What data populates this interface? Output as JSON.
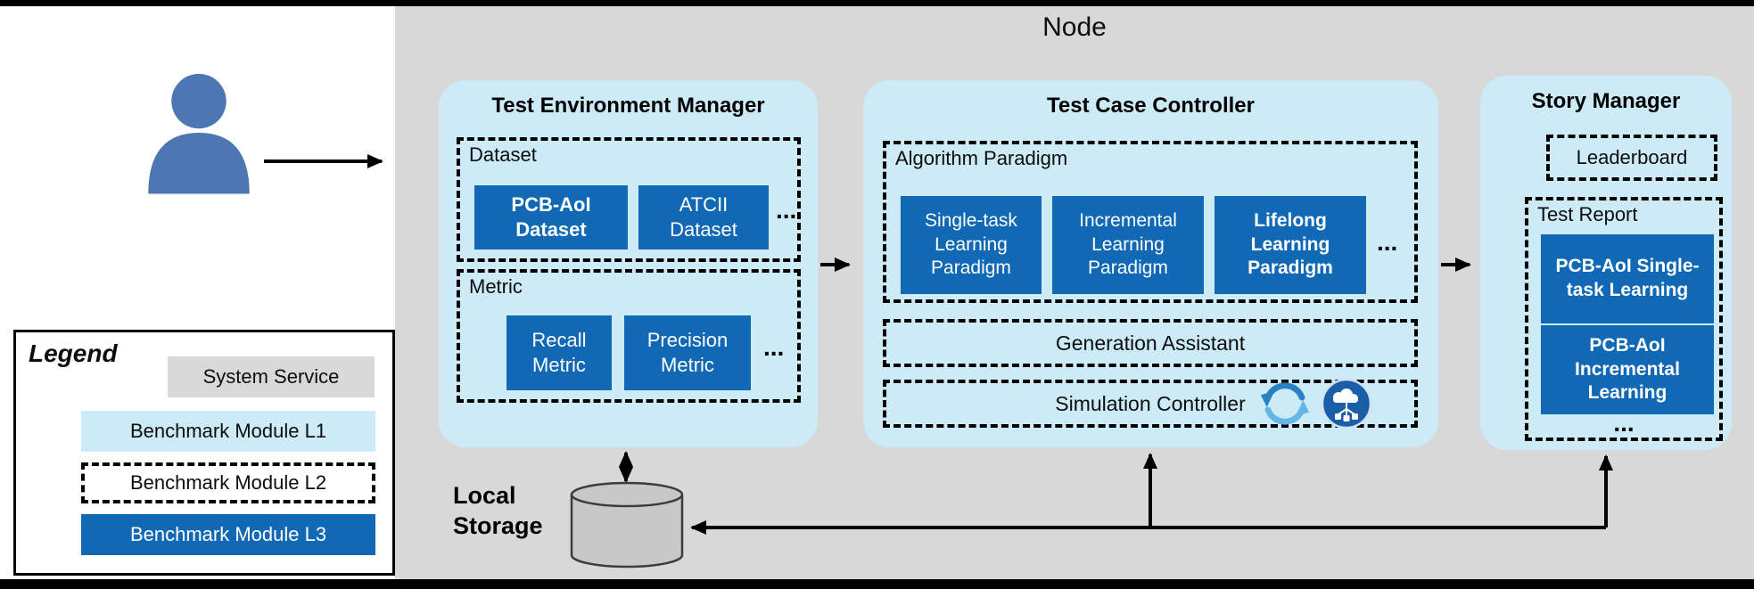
{
  "colors": {
    "module_blue": "#1168b4",
    "module_light_blue": "#cdeaf7",
    "service_gray": "#d9d9d9",
    "node_background": "#d8d8d8",
    "actor_blue": "#4c77b3"
  },
  "node": {
    "label": "Node"
  },
  "legend": {
    "title": "Legend",
    "items": [
      {
        "label": "System Service"
      },
      {
        "label": "Benchmark Module L1"
      },
      {
        "label": "Benchmark Module L2"
      },
      {
        "label": "Benchmark Module L3"
      }
    ]
  },
  "test_environment_manager": {
    "title": "Test Environment Manager",
    "dataset": {
      "label": "Dataset",
      "items": [
        {
          "label": "PCB-AoI Dataset"
        },
        {
          "label": "ATCII Dataset"
        }
      ],
      "ellipsis": "..."
    },
    "metric": {
      "label": "Metric",
      "items": [
        {
          "label": "Recall Metric"
        },
        {
          "label": "Precision Metric"
        }
      ],
      "ellipsis": "..."
    }
  },
  "test_case_controller": {
    "title": "Test Case Controller",
    "algorithm_paradigm": {
      "label": "Algorithm Paradigm",
      "items": [
        {
          "label": "Single-task Learning Paradigm"
        },
        {
          "label": "Incremental Learning Paradigm"
        },
        {
          "label": "Lifelong Learning Paradigm"
        }
      ],
      "ellipsis": "..."
    },
    "generation_assistant": {
      "label": "Generation Assistant"
    },
    "simulation_controller": {
      "label": "Simulation Controller",
      "icons": [
        "cloud-sync-icon",
        "cloud-edge-icon"
      ]
    }
  },
  "story_manager": {
    "title": "Story Manager",
    "leaderboard": {
      "label": "Leaderboard"
    },
    "test_report": {
      "label": "Test Report",
      "items": [
        {
          "label": "PCB-AoI Single-task Learning"
        },
        {
          "label": "PCB-AoI Incremental Learning"
        }
      ],
      "ellipsis": "..."
    }
  },
  "local_storage": {
    "label": "Local Storage"
  }
}
